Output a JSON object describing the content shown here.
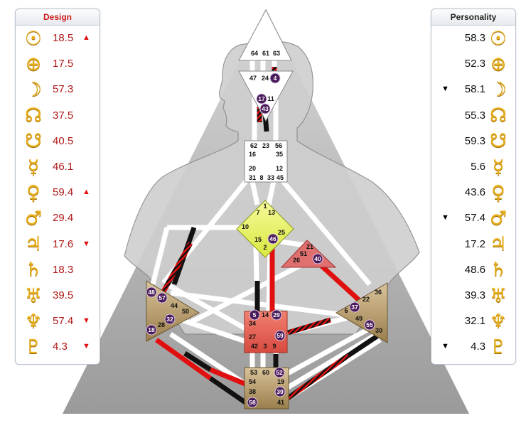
{
  "design": {
    "title": "Design",
    "rows": [
      {
        "icon": "sun-icon",
        "glyph": "☉",
        "value": "18.5",
        "arrow": "▲"
      },
      {
        "icon": "earth-icon",
        "glyph": "⊕",
        "value": "17.5",
        "arrow": ""
      },
      {
        "icon": "moon-icon",
        "glyph": "☽",
        "value": "57.3",
        "arrow": ""
      },
      {
        "icon": "north-node-icon",
        "glyph": "☊",
        "value": "37.5",
        "arrow": ""
      },
      {
        "icon": "south-node-icon",
        "glyph": "☋",
        "value": "40.5",
        "arrow": ""
      },
      {
        "icon": "mercury-icon",
        "glyph": "☿",
        "value": "46.1",
        "arrow": ""
      },
      {
        "icon": "venus-icon",
        "glyph": "♀",
        "value": "59.4",
        "arrow": "▲"
      },
      {
        "icon": "mars-icon",
        "glyph": "♂",
        "value": "29.4",
        "arrow": ""
      },
      {
        "icon": "jupiter-icon",
        "glyph": "♃",
        "value": "17.6",
        "arrow": "▼"
      },
      {
        "icon": "saturn-icon",
        "glyph": "♄",
        "value": "18.3",
        "arrow": ""
      },
      {
        "icon": "uranus-icon",
        "glyph": "♅",
        "value": "39.5",
        "arrow": ""
      },
      {
        "icon": "neptune-icon",
        "glyph": "♆",
        "value": "57.4",
        "arrow": "▼"
      },
      {
        "icon": "pluto-icon",
        "glyph": "♇",
        "value": "4.3",
        "arrow": "▼"
      }
    ]
  },
  "personality": {
    "title": "Personality",
    "rows": [
      {
        "icon": "sun-icon",
        "glyph": "☉",
        "value": "58.3",
        "arrow": ""
      },
      {
        "icon": "earth-icon",
        "glyph": "⊕",
        "value": "52.3",
        "arrow": ""
      },
      {
        "icon": "moon-icon",
        "glyph": "☽",
        "value": "58.1",
        "arrow": "▼"
      },
      {
        "icon": "north-node-icon",
        "glyph": "☊",
        "value": "55.3",
        "arrow": ""
      },
      {
        "icon": "south-node-icon",
        "glyph": "☋",
        "value": "59.3",
        "arrow": ""
      },
      {
        "icon": "mercury-icon",
        "glyph": "☿",
        "value": "5.6",
        "arrow": ""
      },
      {
        "icon": "venus-icon",
        "glyph": "♀",
        "value": "43.6",
        "arrow": ""
      },
      {
        "icon": "mars-icon",
        "glyph": "♂",
        "value": "57.4",
        "arrow": "▼"
      },
      {
        "icon": "jupiter-icon",
        "glyph": "♃",
        "value": "17.2",
        "arrow": ""
      },
      {
        "icon": "saturn-icon",
        "glyph": "♄",
        "value": "48.6",
        "arrow": ""
      },
      {
        "icon": "uranus-icon",
        "glyph": "♅",
        "value": "39.3",
        "arrow": ""
      },
      {
        "icon": "neptune-icon",
        "glyph": "♆",
        "value": "32.1",
        "arrow": ""
      },
      {
        "icon": "pluto-icon",
        "glyph": "♇",
        "value": "4.3",
        "arrow": "▼"
      }
    ]
  },
  "colors": {
    "gold": "#e6ac1c",
    "design_red": "#b01818",
    "channel_red": "#e01010",
    "channel_black": "#111111",
    "circle_purple": "#4a1a5a",
    "head_fill": "#ffffff",
    "g_center": "#e8f060",
    "spleen_center": "#b39a6a",
    "sacral_center": "#e4685e",
    "heart_center": "#e07070",
    "background_triangle": "#b4b4b4"
  },
  "gates": {
    "head": [
      "64",
      "61",
      "63"
    ],
    "ajna": [
      "47",
      "24",
      "4",
      "17",
      "11",
      "43"
    ],
    "throat": [
      "62",
      "23",
      "56",
      "16",
      "35",
      "20",
      "12",
      "31",
      "8",
      "33",
      "45"
    ],
    "g_center": [
      "1",
      "7",
      "13",
      "10",
      "25",
      "15",
      "46",
      "2"
    ],
    "heart": [
      "21",
      "51",
      "26",
      "40"
    ],
    "spleen": [
      "48",
      "57",
      "44",
      "50",
      "32",
      "28",
      "18"
    ],
    "sacral": [
      "5",
      "14",
      "29",
      "34",
      "27",
      "59",
      "42",
      "3",
      "9"
    ],
    "solar_plexus": [
      "36",
      "22",
      "6",
      "37",
      "49",
      "55",
      "30"
    ],
    "root": [
      "53",
      "60",
      "52",
      "54",
      "19",
      "38",
      "39",
      "58",
      "41"
    ]
  }
}
